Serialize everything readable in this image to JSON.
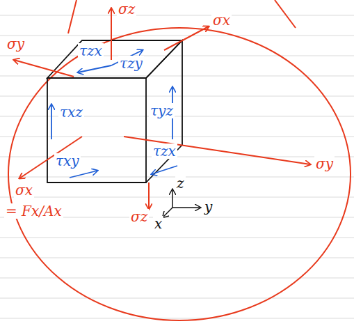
{
  "diagram": {
    "labels": [
      "σz",
      "τzx",
      "σx",
      "σy",
      "τxz",
      "τzy",
      "τyz",
      "τxy",
      "τzx",
      "σy",
      "σx",
      "= Fx/Ax",
      "σz",
      "z",
      "y",
      "x"
    ]
  }
}
